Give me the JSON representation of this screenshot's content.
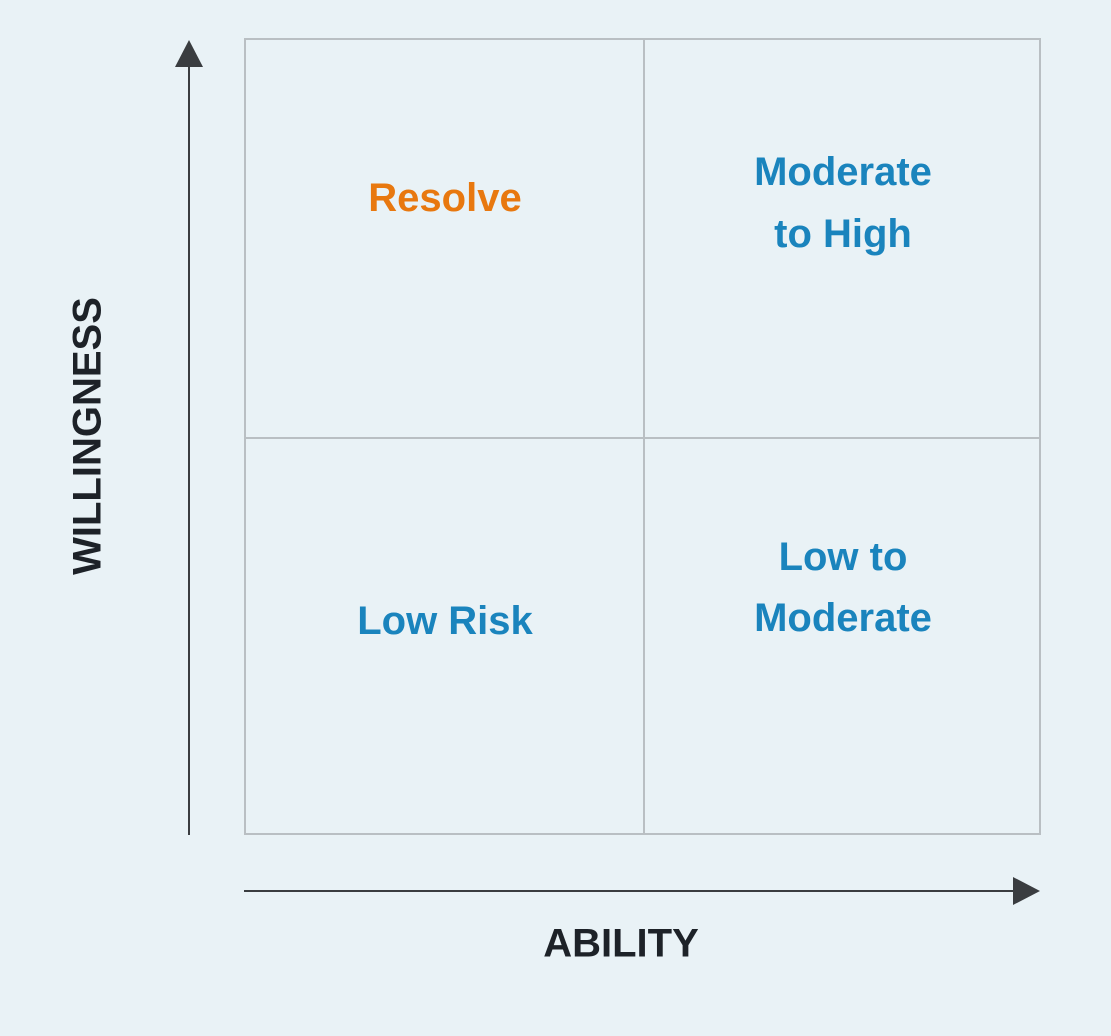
{
  "quadrants": {
    "top_left": {
      "label": "Resolve",
      "color": "#e8780f"
    },
    "top_right": {
      "line1": "Moderate",
      "line2": "to High",
      "color": "#1a84bd"
    },
    "bottom_left": {
      "label": "Low Risk",
      "color": "#1a84bd"
    },
    "bottom_right": {
      "line1": "Low to",
      "line2": "Moderate",
      "color": "#1a84bd"
    }
  },
  "axes": {
    "x_label": "ABILITY",
    "y_label": "WILLINGNESS"
  },
  "colors": {
    "background": "#e9f2f6",
    "grid_line": "#b9bfc3",
    "axis": "#3a3d40",
    "axis_text": "#1d2228"
  }
}
